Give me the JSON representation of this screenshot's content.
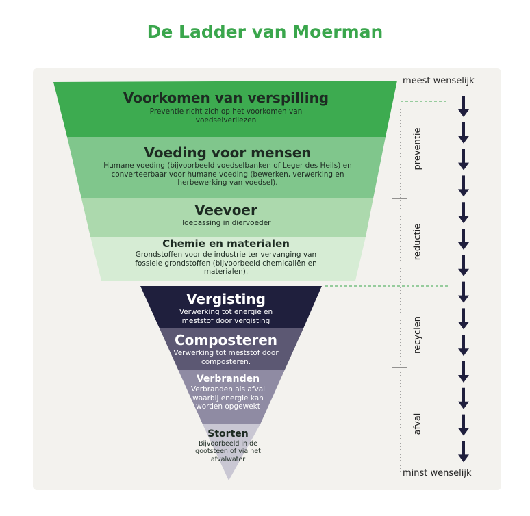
{
  "title": "De Ladder van Moerman",
  "levels": [
    {
      "name": "Voorkomen van verspilling",
      "desc": "Preventie richt zich op het voorkomen van voedselverliezen",
      "color": "#3dab50"
    },
    {
      "name": "Voeding voor mensen",
      "desc": "Humane voeding (bijvoorbeeld voedselbanken of Leger des Heils) en converteerbaar voor humane voeding (bewerken, verwerking en herbewerking van voedsel).",
      "color": "#80c68c"
    },
    {
      "name": "Veevoer",
      "desc": "Toepassing in diervoeder",
      "color": "#acd9ad"
    },
    {
      "name": "Chemie en materialen",
      "desc": "Grondstoffen voor de industrie ter vervanging van fossiele grondstoffen (bijvoorbeeld chemicaliën en materialen).",
      "color": "#d6ecd4"
    },
    {
      "name": "Vergisting",
      "desc": "Verwerking tot energie en meststof door vergisting",
      "color": "#1f1f3d"
    },
    {
      "name": "Composteren",
      "desc": "Verwerking tot meststof door composteren.",
      "color": "#5c5873"
    },
    {
      "name": "Verbranden",
      "desc": "Verbranden als afval waarbij energie kan worden opgewekt",
      "color": "#8f8ba3"
    },
    {
      "name": "Storten",
      "desc": "Bijvoorbeeld in de gootsteen of via het afvalwater",
      "color": "#c9c7d3"
    }
  ],
  "scale": {
    "top": "meest wenselijk",
    "bottom": "minst wenselijk"
  },
  "categories": [
    "preventie",
    "reductie",
    "recyclen",
    "afval"
  ],
  "colors": {
    "accent": "#3aa64c",
    "arrow": "#1f1f3d",
    "background": "#f3f2ee"
  }
}
